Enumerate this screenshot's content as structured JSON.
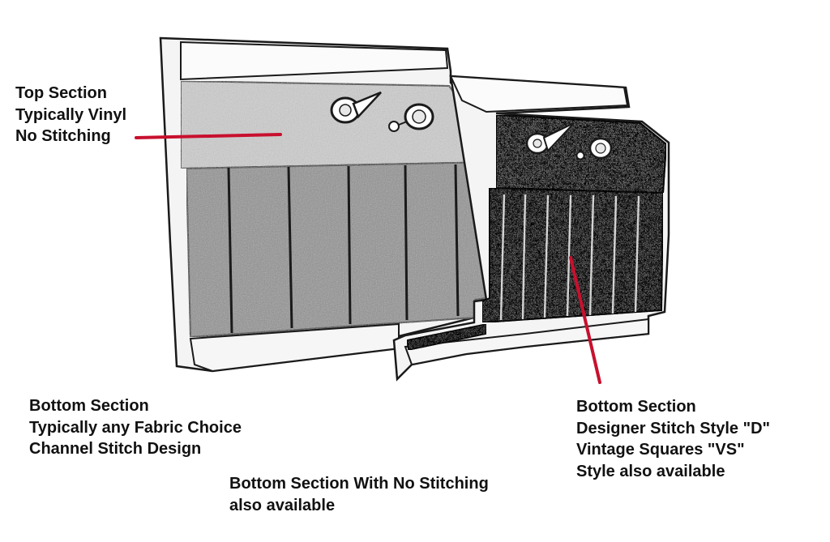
{
  "labels": {
    "top_section": [
      "Top Section",
      "Typically Vinyl",
      "No Stitching"
    ],
    "bottom_channel": [
      "Bottom Section",
      "Typically any Fabric Choice",
      "Channel Stitch Design"
    ],
    "bottom_no_stitch": [
      "Bottom Section With No Stitching",
      "also available"
    ],
    "bottom_designer": [
      "Bottom Section",
      "Designer Stitch Style \"D\"",
      "Vintage Squares \"VS\"",
      "Style also available"
    ]
  },
  "colors": {
    "leader_line": "#c8102e",
    "outline": "#1a1a1a",
    "vinyl": "#cfcfcf",
    "channel_fabric": "#8f8f8f",
    "designer_fabric": "#6a6a6a",
    "trim": "#f4f4f4"
  }
}
